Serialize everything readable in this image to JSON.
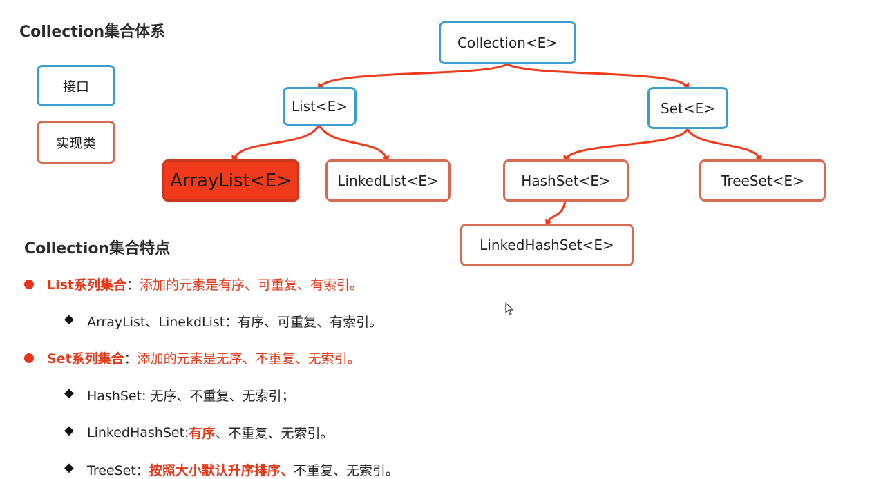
{
  "titles": {
    "system": "Collection集合体系",
    "features": "Collection集合特点"
  },
  "legend": {
    "interface": "接口",
    "impl": "实现类"
  },
  "nodes": {
    "collection": "Collection<E>",
    "list": "List<E>",
    "set": "Set<E>",
    "arraylist": "ArrayList<E>",
    "linkedlist": "LinkedList<E>",
    "hashset": "HashSet<E>",
    "treeset": "TreeSet<E>",
    "linkedhashset": "LinkedHashSet<E>"
  },
  "features": {
    "list": {
      "label": "List系列集合",
      "sep": "：",
      "desc": "添加的元素是有序、可重复、有索引。"
    },
    "list_sub": {
      "text": "ArrayList、LinekdList：有序、可重复、有索引。"
    },
    "set": {
      "label": "Set系列集合",
      "sep": "：",
      "desc": "添加的元素是无序、不重复、无索引。"
    },
    "hashset": {
      "text": "HashSet: 无序、不重复、无索引；"
    },
    "linkedhashset": {
      "prefix": "LinkedHashSet: ",
      "emph": "有序",
      "rest": "、不重复、无索引。"
    },
    "treeset": {
      "prefix": "TreeSet：",
      "emph": "按照大小默认升序排序、",
      "rest": "不重复、无索引。"
    }
  },
  "colors": {
    "interface_border": "#3a9fd0",
    "impl_border": "#d56b52",
    "arrow": "#ee3a1a",
    "highlight_fill": "#ef3b1c"
  },
  "icons": {
    "bullet": "red-dot",
    "sub_bullet": "diamond",
    "cursor": "mouse-pointer-icon"
  }
}
